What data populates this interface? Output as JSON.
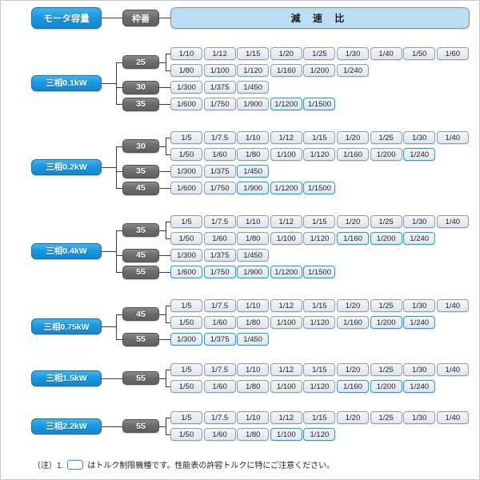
{
  "header": {
    "capacity_label": "モータ容量",
    "frame_label": "枠番",
    "ratio_label": "減 速 比"
  },
  "footnote": {
    "prefix": "（注）1.",
    "swatch_name": "torque-limit-swatch",
    "text": "はトルク制限機種です。性能表の許容トルクに特にご注意ください。"
  },
  "colors": {
    "capacity_blue": "#1b96dd",
    "frame_gray": "#6d6d6d",
    "band_blue": "#bbddf2",
    "highlight_blue": "#1c9ce2",
    "chip_fill": "#e6edf3",
    "chip_border": "#9a9a9a",
    "line": "#3a3a3a"
  },
  "groups": [
    {
      "capacity": "三相0.1kW",
      "frames": [
        {
          "frame": "25",
          "rows": [
            [
              "1/10",
              "1/12",
              "1/15",
              "1/20",
              "1/25",
              "1/30",
              "1/40",
              "1/50",
              "1/60"
            ],
            [
              "1/80",
              "1/100",
              "1/120",
              "1/160",
              "1/200",
              "1/240"
            ]
          ],
          "highlights": []
        },
        {
          "frame": "30",
          "rows": [
            [
              "1/300",
              "1/375",
              "1/450"
            ]
          ],
          "highlights": []
        },
        {
          "frame": "35",
          "rows": [
            [
              "1/600",
              "1/750",
              "1/900",
              "1/1200",
              "1/1500"
            ]
          ],
          "highlights": [
            "1/1200",
            "1/1500"
          ]
        }
      ]
    },
    {
      "capacity": "三相0.2kW",
      "frames": [
        {
          "frame": "30",
          "rows": [
            [
              "1/5",
              "1/7.5",
              "1/10",
              "1/12",
              "1/15",
              "1/20",
              "1/25",
              "1/30",
              "1/40"
            ],
            [
              "1/50",
              "1/60",
              "1/80",
              "1/100",
              "1/120",
              "1/160",
              "1/200",
              "1/240"
            ]
          ],
          "highlights": [
            "1/240"
          ]
        },
        {
          "frame": "35",
          "rows": [
            [
              "1/300",
              "1/375",
              "1/450"
            ]
          ],
          "highlights": [
            "1/450"
          ]
        },
        {
          "frame": "45",
          "rows": [
            [
              "1/600",
              "1/750",
              "1/900",
              "1/1200",
              "1/1500"
            ]
          ],
          "highlights": [
            "1/900",
            "1/1200",
            "1/1500"
          ]
        }
      ]
    },
    {
      "capacity": "三相0.4kW",
      "frames": [
        {
          "frame": "35",
          "rows": [
            [
              "1/5",
              "1/7.5",
              "1/10",
              "1/12",
              "1/15",
              "1/20",
              "1/25",
              "1/30",
              "1/40"
            ],
            [
              "1/50",
              "1/60",
              "1/80",
              "1/100",
              "1/120",
              "1/160",
              "1/200",
              "1/240"
            ]
          ],
          "highlights": [
            "1/160",
            "1/200",
            "1/240"
          ]
        },
        {
          "frame": "45",
          "rows": [
            [
              "1/300",
              "1/375",
              "1/450"
            ]
          ],
          "highlights": []
        },
        {
          "frame": "55",
          "rows": [
            [
              "1/600",
              "1/750",
              "1/900",
              "1/1200",
              "1/1500"
            ]
          ],
          "highlights": [
            "1/600",
            "1/750",
            "1/900",
            "1/1200",
            "1/1500"
          ]
        }
      ]
    },
    {
      "capacity": "三相0.75kW",
      "frames": [
        {
          "frame": "45",
          "rows": [
            [
              "1/5",
              "1/7.5",
              "1/10",
              "1/12",
              "1/15",
              "1/20",
              "1/25",
              "1/30",
              "1/40"
            ],
            [
              "1/50",
              "1/60",
              "1/80",
              "1/100",
              "1/120",
              "1/160",
              "1/200",
              "1/240"
            ]
          ],
          "highlights": [
            "1/200",
            "1/240"
          ]
        },
        {
          "frame": "55",
          "rows": [
            [
              "1/300",
              "1/375",
              "1/450"
            ]
          ],
          "highlights": [
            "1/300",
            "1/375",
            "1/450"
          ]
        }
      ]
    },
    {
      "capacity": "三相1.5kW",
      "frames": [
        {
          "frame": "55",
          "rows": [
            [
              "1/5",
              "1/7.5",
              "1/10",
              "1/12",
              "1/15",
              "1/20",
              "1/25",
              "1/30",
              "1/40"
            ],
            [
              "1/50",
              "1/60",
              "1/80",
              "1/100",
              "1/120",
              "1/160",
              "1/200",
              "1/240"
            ]
          ],
          "highlights": [
            "1/160",
            "1/200",
            "1/240"
          ]
        }
      ]
    },
    {
      "capacity": "三相2.2kW",
      "frames": [
        {
          "frame": "55",
          "rows": [
            [
              "1/5",
              "1/7.5",
              "1/10",
              "1/12",
              "1/15",
              "1/20",
              "1/25",
              "1/30",
              "1/40"
            ],
            [
              "1/50",
              "1/60",
              "1/80",
              "1/100",
              "1/120"
            ]
          ],
          "highlights": [
            "1/100",
            "1/120"
          ]
        }
      ]
    }
  ]
}
